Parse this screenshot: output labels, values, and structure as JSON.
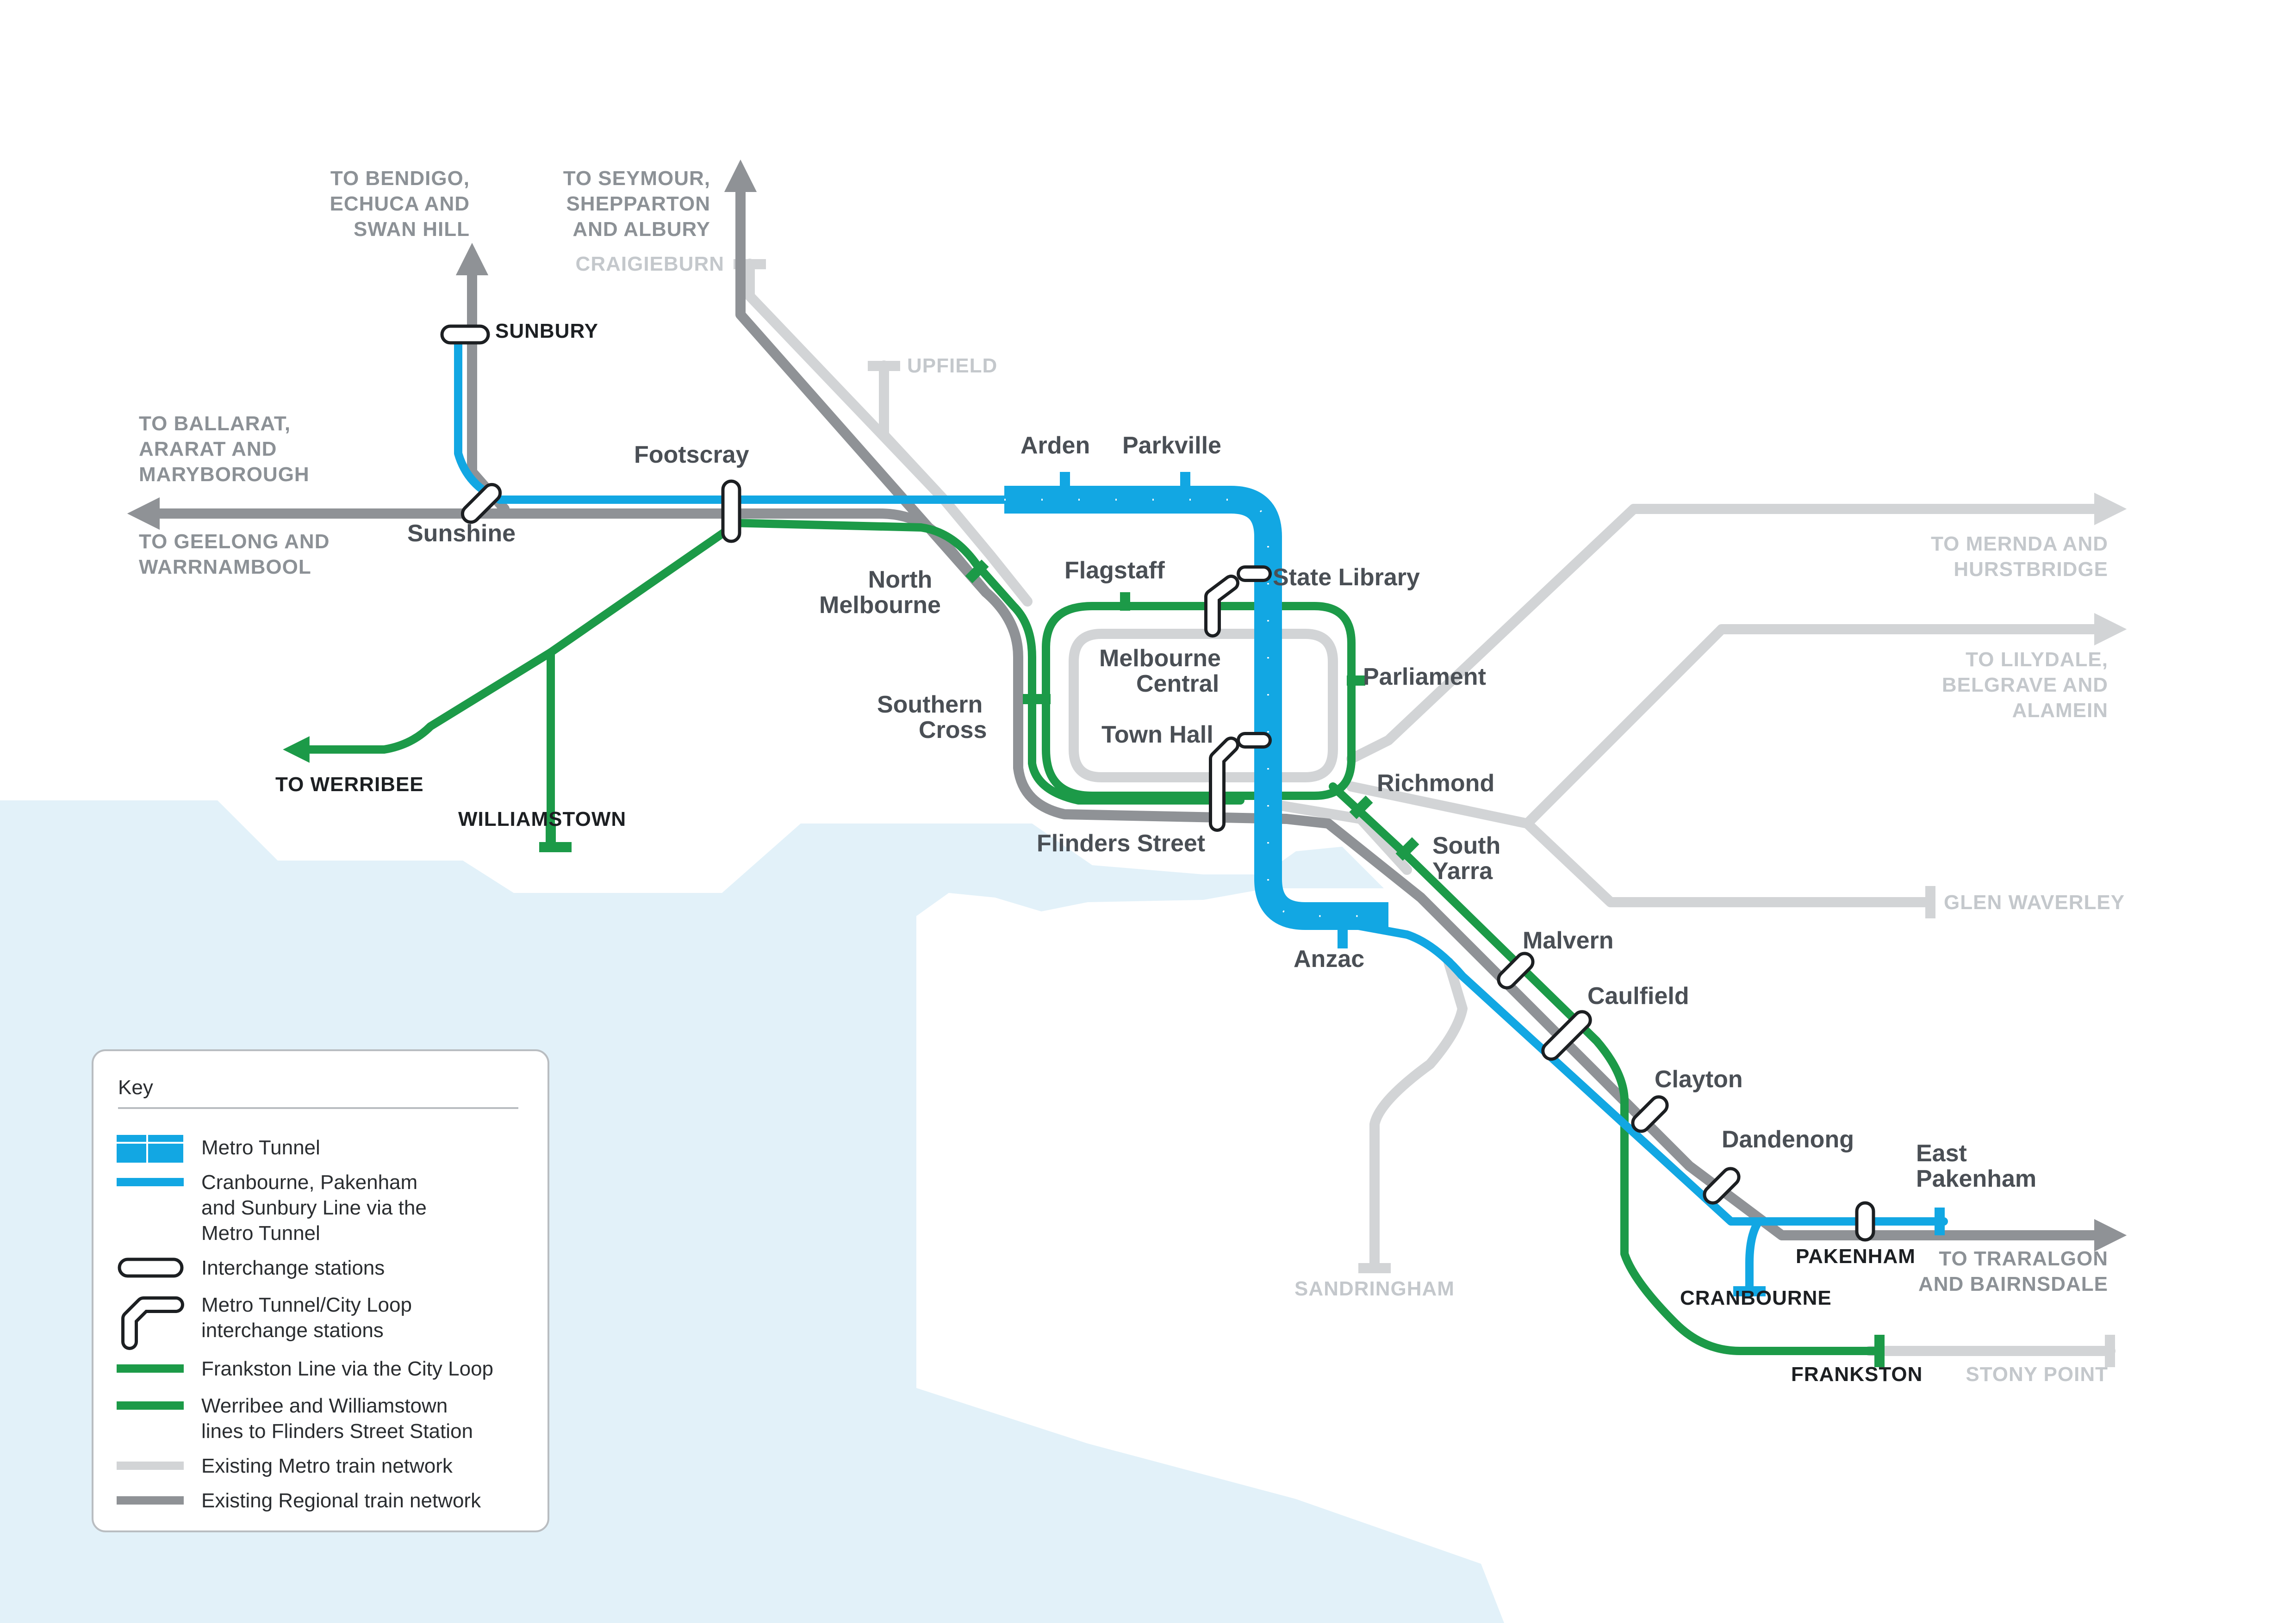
{
  "colors": {
    "metro_tunnel": "#12a7e3",
    "city_loop_green": "#1c9a48",
    "existing_metro": "#d2d4d6",
    "existing_regional": "#8f9296",
    "water": "#e2f1f9",
    "land": "#ffffff"
  },
  "stations": {
    "sunbury": "SUNBURY",
    "footscray": "Footscray",
    "sunshine": "Sunshine",
    "arden": "Arden",
    "parkville": "Parkville",
    "state_library": "State Library",
    "north_melbourne_1": "North",
    "north_melbourne_2": "Melbourne",
    "flagstaff": "Flagstaff",
    "melbourne_central_1": "Melbourne",
    "melbourne_central_2": "Central",
    "parliament": "Parliament",
    "southern_cross_1": "Southern",
    "southern_cross_2": "Cross",
    "town_hall": "Town Hall",
    "richmond": "Richmond",
    "flinders_street": "Flinders Street",
    "south_yarra_1": "South",
    "south_yarra_2": "Yarra",
    "anzac": "Anzac",
    "malvern": "Malvern",
    "caulfield": "Caulfield",
    "clayton": "Clayton",
    "dandenong": "Dandenong",
    "east_pakenham_1": "East",
    "east_pakenham_2": "Pakenham",
    "pakenham": "PAKENHAM",
    "cranbourne": "CRANBOURNE",
    "frankston": "FRANKSTON",
    "williamstown": "WILLIAMSTOWN",
    "to_werribee": "TO WERRIBEE"
  },
  "destinations": {
    "bendigo": [
      "TO BENDIGO,",
      "ECHUCA AND",
      "SWAN HILL"
    ],
    "seymour": [
      "TO SEYMOUR,",
      "SHEPPARTON",
      "AND ALBURY"
    ],
    "ballarat": [
      "TO BALLARAT,",
      "ARARAT AND",
      "MARYBOROUGH"
    ],
    "geelong": [
      "TO GEELONG AND",
      "WARRNAMBOOL"
    ],
    "traralgon": [
      "TO TRARALGON",
      "AND BAIRNSDALE"
    ]
  },
  "metro_terminals": {
    "craigieburn": "CRAIGIEBURN",
    "upfield": "UPFIELD",
    "mernda": [
      "TO MERNDA AND",
      "HURSTBRIDGE"
    ],
    "lilydale": [
      "TO LILYDALE,",
      "BELGRAVE AND",
      "ALAMEIN"
    ],
    "glen_waverley": "GLEN WAVERLEY",
    "sandringham": "SANDRINGHAM",
    "stony_point": "STONY POINT"
  },
  "key": {
    "title": "Key",
    "items": [
      {
        "icon": "metro-tunnel-icon",
        "lines": [
          "Metro Tunnel"
        ]
      },
      {
        "icon": "blue-line-icon",
        "lines": [
          "Cranbourne, Pakenham",
          "and Sunbury Line via the",
          "Metro Tunnel"
        ]
      },
      {
        "icon": "interchange-icon",
        "lines": [
          "Interchange stations"
        ]
      },
      {
        "icon": "tunnel-loop-interchange-icon",
        "lines": [
          "Metro Tunnel/City Loop",
          "interchange stations"
        ]
      },
      {
        "icon": "green-line-icon",
        "lines": [
          "Frankston Line via the City Loop"
        ]
      },
      {
        "icon": "green-line-icon",
        "lines": [
          "Werribee and Williamstown",
          "lines to Flinders Street Station"
        ]
      },
      {
        "icon": "light-grey-line-icon",
        "lines": [
          "Existing Metro train network"
        ]
      },
      {
        "icon": "dark-grey-line-icon",
        "lines": [
          "Existing Regional train network"
        ]
      }
    ]
  }
}
